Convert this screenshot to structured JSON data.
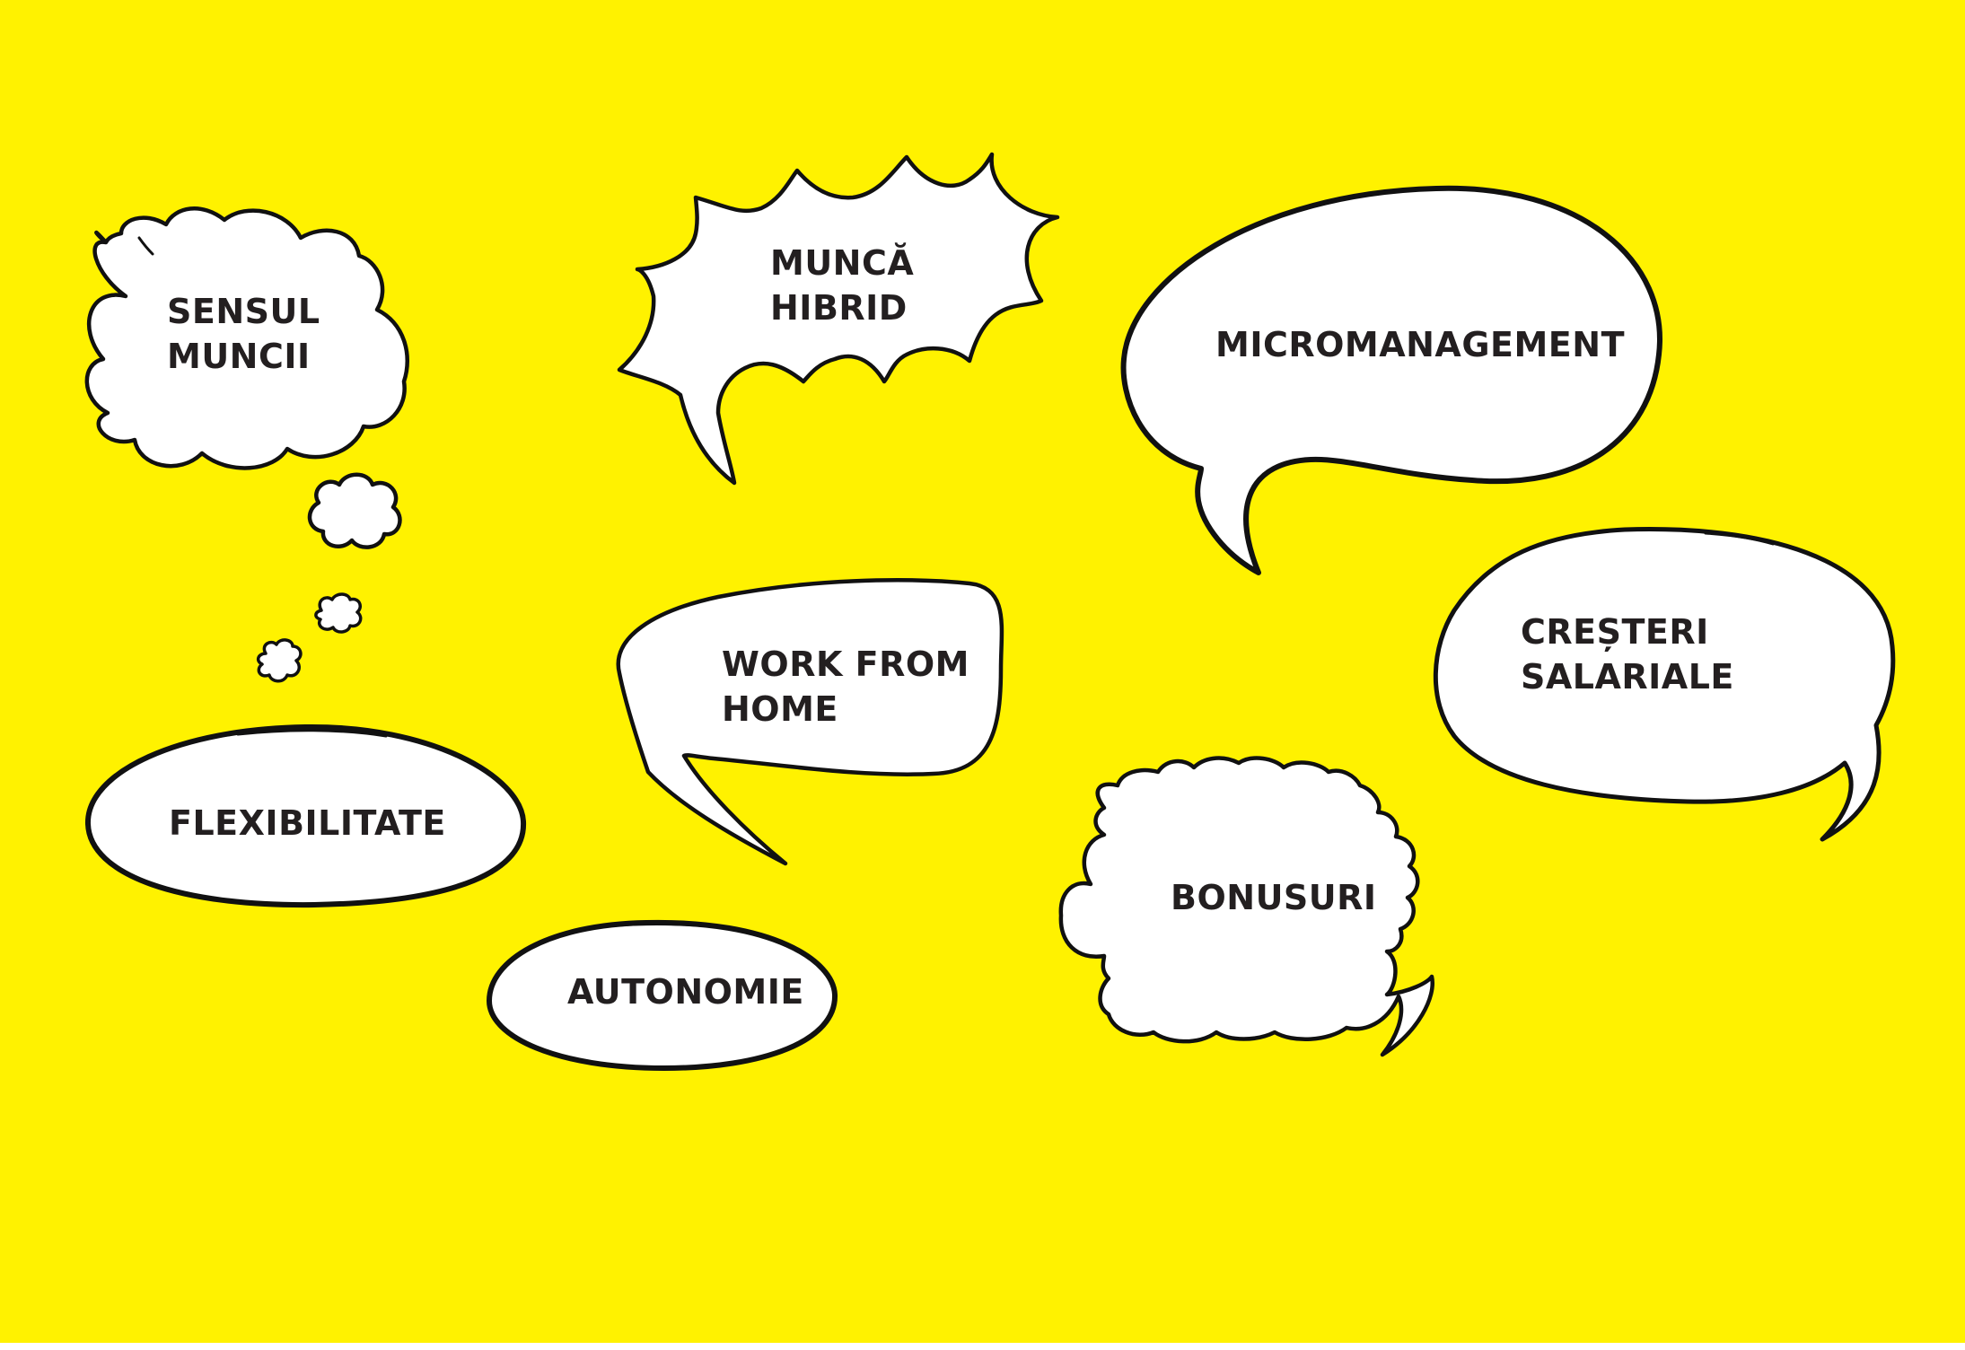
{
  "colors": {
    "background": "#FFF200",
    "bubble_fill": "#FFFFFF",
    "outline": "#111111",
    "text": "#231F20"
  },
  "bubbles": {
    "sensul_muncii": {
      "line1": "SENSUL",
      "line2": "MUNCII",
      "shape": "thought-cloud"
    },
    "munca_hibrid": {
      "line1": "MUNCĂ",
      "line2": "HIBRID",
      "shape": "burst"
    },
    "micromanagement": {
      "line1": "MICROMANAGEMENT",
      "shape": "speech-oval"
    },
    "work_from_home": {
      "line1": "WORK FROM",
      "line2": "HOME",
      "shape": "speech-rounded"
    },
    "flexibilitate": {
      "line1": "FLEXIBILITATE",
      "shape": "ellipse"
    },
    "autonomie": {
      "line1": "AUTONOMIE",
      "shape": "ellipse"
    },
    "cresteri_salariale": {
      "line1": "CREȘTERI",
      "line2": "SALARIALE",
      "shape": "speech-oval"
    },
    "bonusuri": {
      "line1": "BONUSURI",
      "shape": "cloud-speech"
    }
  }
}
